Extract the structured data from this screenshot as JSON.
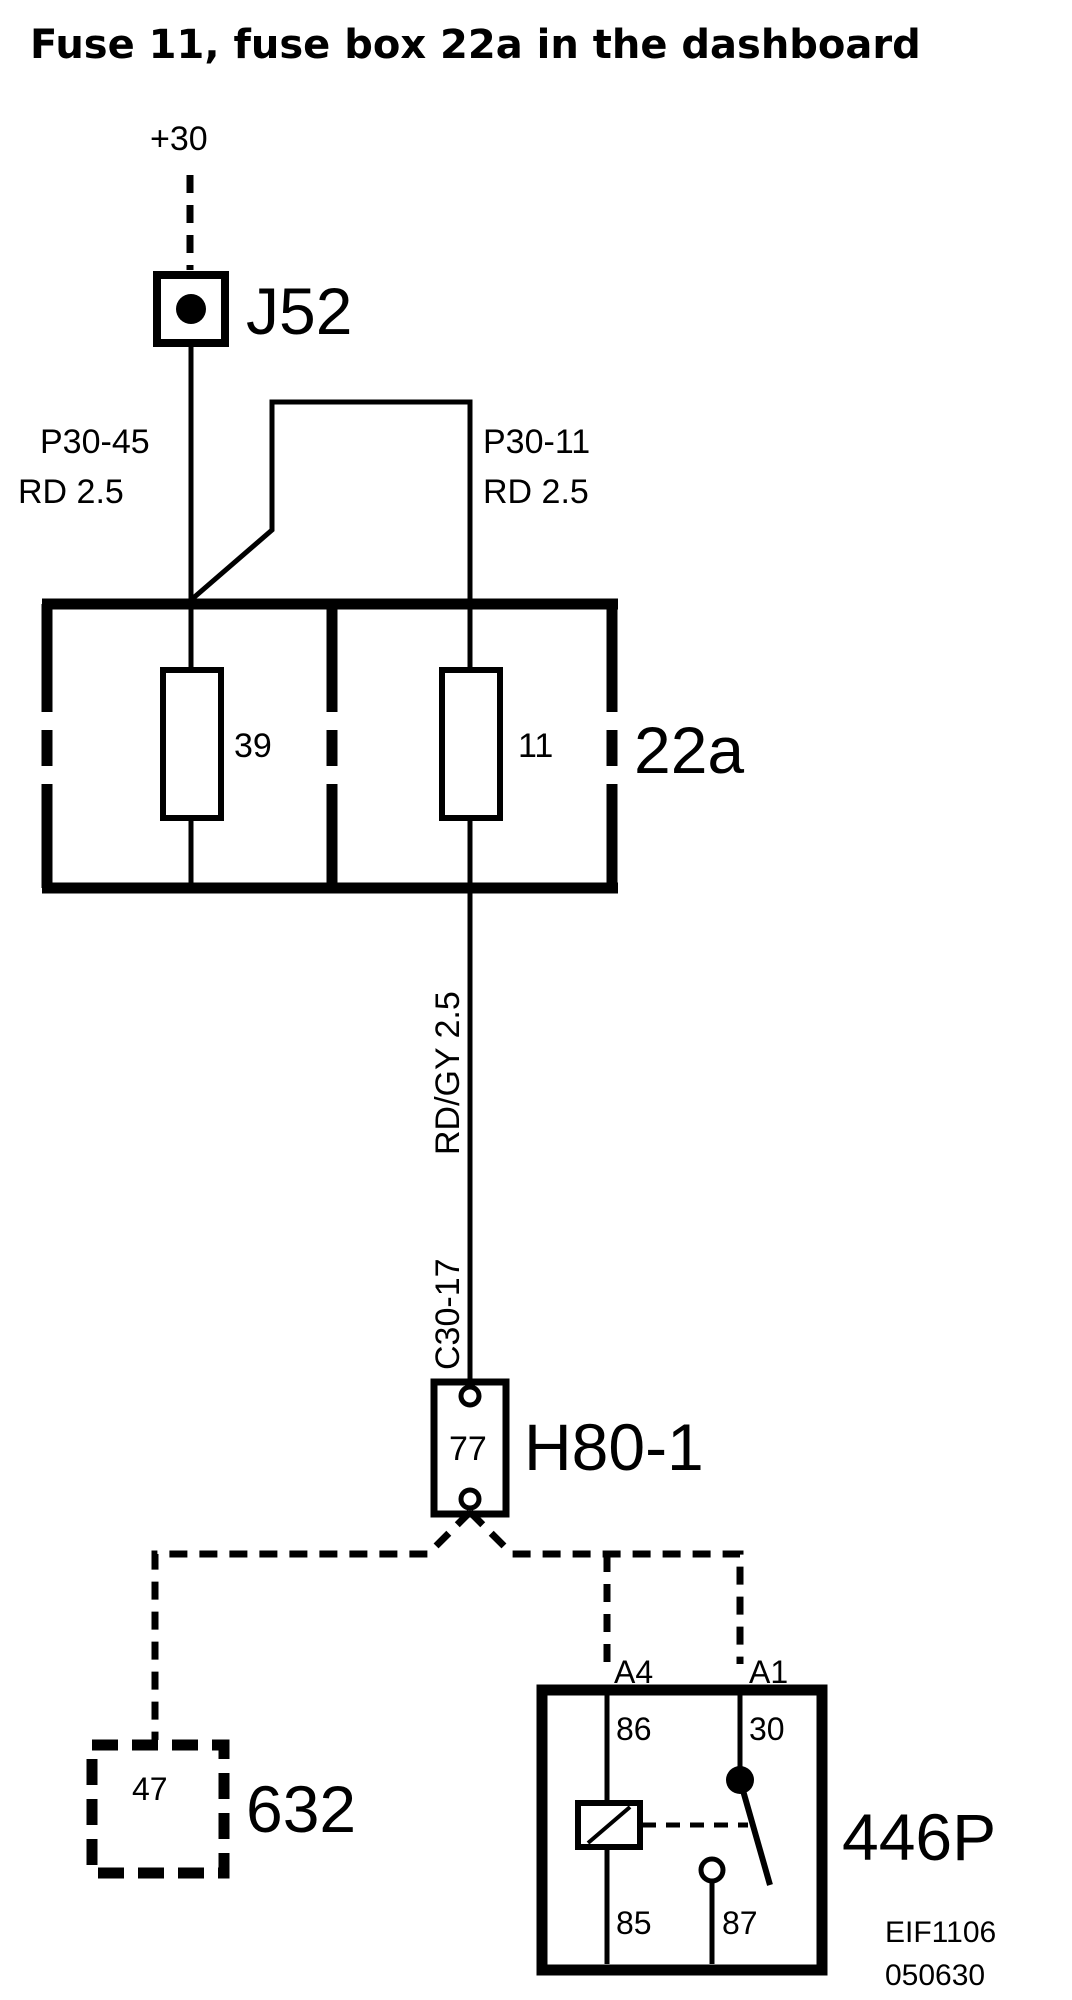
{
  "title": "Fuse 11, fuse box 22a in the dashboard",
  "supply": "+30",
  "terminal": {
    "id": "J52"
  },
  "wires": {
    "left": {
      "code": "P30-45",
      "spec": "RD   2.5"
    },
    "right": {
      "code": "P30-11",
      "spec": "RD   2.5"
    },
    "down": {
      "spec": "RD/GY  2.5",
      "code": "C30-17"
    }
  },
  "fusebox": {
    "id": "22a",
    "fuses": [
      "39",
      "11"
    ]
  },
  "connector": {
    "id": "H80-1",
    "pin": "77"
  },
  "component_632": {
    "id": "632",
    "pin": "47"
  },
  "relay": {
    "id": "446P",
    "pins": {
      "a4": "A4",
      "a1": "A1",
      "p86": "86",
      "p30": "30",
      "p85": "85",
      "p87": "87"
    }
  },
  "reference": {
    "code": "EIF1106",
    "date": "050630"
  }
}
